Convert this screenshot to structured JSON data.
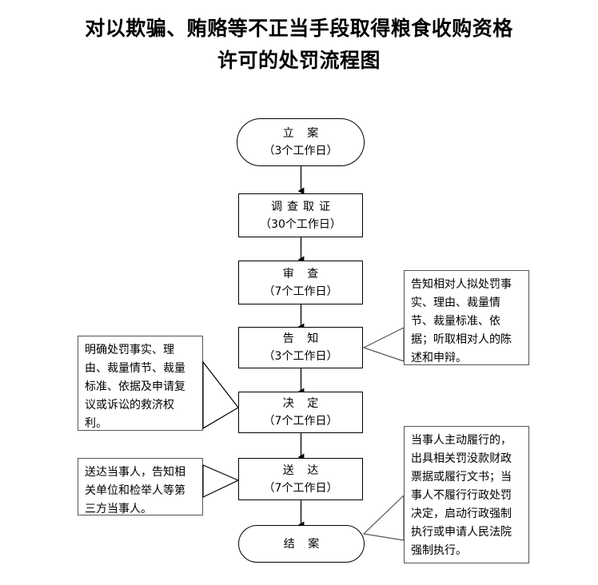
{
  "title": {
    "line1": "对以欺骗、贿赂等不正当手段取得粮食收购资格",
    "line2": "许可的处罚流程图"
  },
  "chart_data": {
    "type": "diagram",
    "title": "对以欺骗、贿赂等不正当手段取得粮食收购资格许可的处罚流程图",
    "orientation": "top-to-bottom",
    "nodes": [
      {
        "id": "liAn",
        "shape": "terminal",
        "title": "立 案",
        "sub": "（3个工作日）"
      },
      {
        "id": "diaoCha",
        "shape": "process",
        "title": "调查取证",
        "sub": "（30个工作日）"
      },
      {
        "id": "shenCha",
        "shape": "process",
        "title": "审 查",
        "sub": "（7个工作日）"
      },
      {
        "id": "gaoZhi",
        "shape": "process",
        "title": "告 知",
        "sub": "（3个工作日）"
      },
      {
        "id": "jueDing",
        "shape": "process",
        "title": "决 定",
        "sub": "（7个工作日）"
      },
      {
        "id": "songDa",
        "shape": "process",
        "title": "送 达",
        "sub": "（7个工作日）"
      },
      {
        "id": "jieAn",
        "shape": "terminal",
        "title": "结 案",
        "sub": ""
      }
    ],
    "edges": [
      {
        "from": "liAn",
        "to": "diaoCha",
        "style": "arrow"
      },
      {
        "from": "diaoCha",
        "to": "shenCha",
        "style": "arrow"
      },
      {
        "from": "shenCha",
        "to": "gaoZhi",
        "style": "arrow"
      },
      {
        "from": "gaoZhi",
        "to": "jueDing",
        "style": "arrow"
      },
      {
        "from": "jueDing",
        "to": "songDa",
        "style": "arrow"
      },
      {
        "from": "songDa",
        "to": "jieAn",
        "style": "arrow"
      }
    ],
    "callouts": [
      {
        "id": "calloutGaoZhi",
        "side": "right",
        "attached_to": "gaoZhi",
        "text": "告知相对人拟处罚事实、理由、裁量情节、裁量标准、依据；听取相对人的陈述和申辩。"
      },
      {
        "id": "calloutJueDing",
        "side": "left",
        "attached_to": "jueDing",
        "text": "明确处罚事实、理由、裁量情节、裁量标准、依据及申请复议或诉讼的救济权利。"
      },
      {
        "id": "calloutSongDa",
        "side": "left",
        "attached_to": "songDa",
        "text": "送达当事人，告知相关单位和检举人等第三方当事人。"
      },
      {
        "id": "calloutJieAn",
        "side": "right",
        "attached_to": "jieAn",
        "text": "当事人主动履行的，出具相关罚没款财政票据或履行文书；当事人不履行行政处罚决定，启动行政强制执行或申请人民法院强制执行。"
      }
    ]
  },
  "nodes": {
    "liAn": {
      "title": "立 案",
      "sub": "（3个工作日）"
    },
    "diaoCha": {
      "title": "调查取证",
      "sub": "（30个工作日）"
    },
    "shenCha": {
      "title": "审 查",
      "sub": "（7个工作日）"
    },
    "gaoZhi": {
      "title": "告 知",
      "sub": "（3个工作日）"
    },
    "jueDing": {
      "title": "决 定",
      "sub": "（7个工作日）"
    },
    "songDa": {
      "title": "送 达",
      "sub": "（7个工作日）"
    },
    "jieAn": {
      "title": "结 案",
      "sub": ""
    }
  },
  "callouts": {
    "calloutGaoZhi": "告知相对人拟处罚事实、理由、裁量情节、裁量标准、依据；听取相对人的陈述和申辩。",
    "calloutJueDing": "明确处罚事实、理由、裁量情节、裁量标准、依据及申请复议或诉讼的救济权利。",
    "calloutSongDa": "送达当事人，告知相关单位和检举人等第三方当事人。",
    "calloutJieAn": "当事人主动履行的，出具相关罚没款财政票据或履行文书；当事人不履行行政处罚决定，启动行政强制执行或申请人民法院强制执行。"
  },
  "colors": {
    "node_border": "#000000",
    "callout_border": "#555555",
    "connector": "#000000",
    "background": "#ffffff",
    "text": "#000000"
  }
}
